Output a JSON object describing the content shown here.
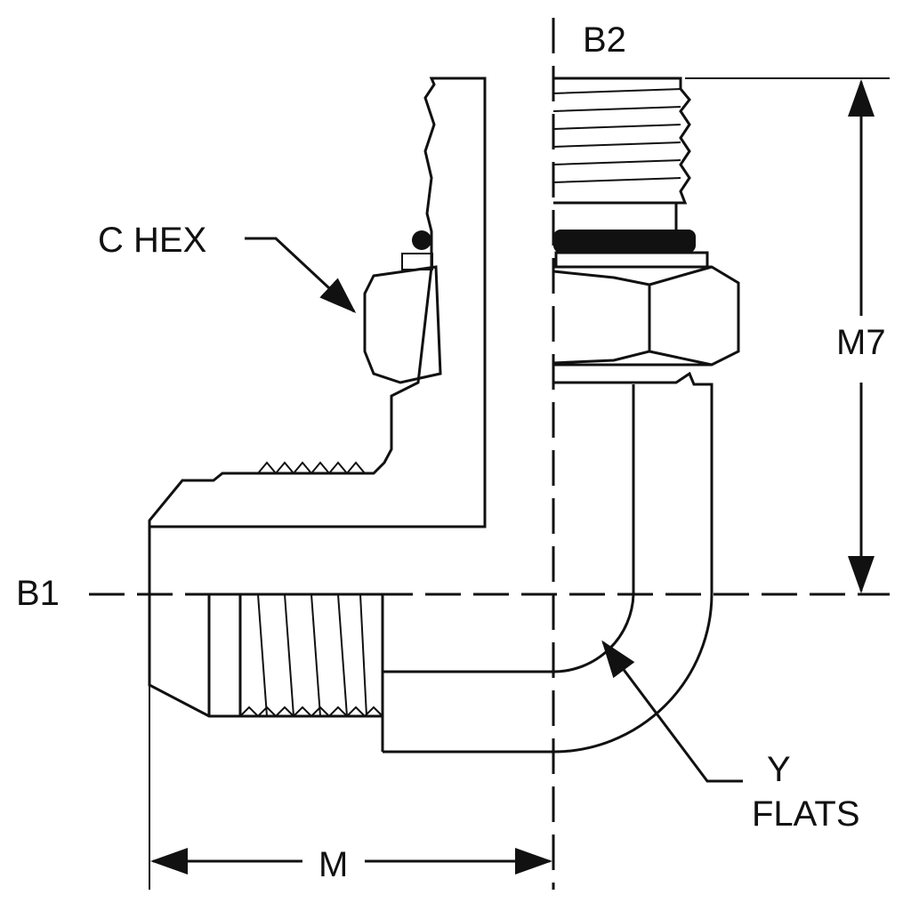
{
  "labels": {
    "b2": "B2",
    "b1": "B1",
    "c_hex": "C HEX",
    "m7": "M7",
    "m": "M",
    "y": "Y",
    "flats": "FLATS"
  },
  "colors": {
    "line": "#111111",
    "background": "#ffffff"
  }
}
